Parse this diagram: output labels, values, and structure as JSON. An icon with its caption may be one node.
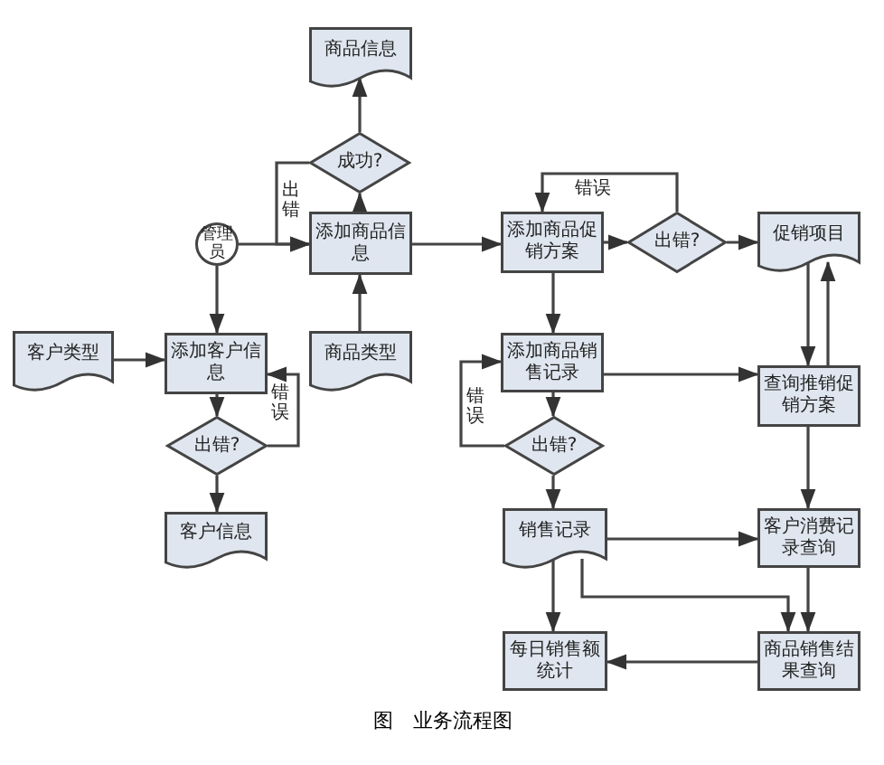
{
  "diagram": {
    "caption": "图　业务流程图",
    "nodes": [
      {
        "text": [
          "商品信息"
        ]
      },
      {
        "text": [
          "成功?"
        ]
      },
      {
        "text": [
          "管理员"
        ]
      },
      {
        "text": [
          "添加商品信息"
        ]
      },
      {
        "text": [
          "客户类型"
        ]
      },
      {
        "text": [
          "添加客户信息"
        ]
      },
      {
        "text": [
          "商品类型"
        ]
      },
      {
        "text": [
          "出错?"
        ]
      },
      {
        "text": [
          "客户信息"
        ]
      },
      {
        "text": [
          "添加商品促销方案"
        ]
      },
      {
        "text": [
          "出错?"
        ]
      },
      {
        "text": [
          "促销项目"
        ]
      },
      {
        "text": [
          "添加商品销售记录"
        ]
      },
      {
        "text": [
          "查询推销促销方案"
        ]
      },
      {
        "text": [
          "出错?"
        ]
      },
      {
        "text": [
          "销售记录"
        ]
      },
      {
        "text": [
          "客户消费记录查询"
        ]
      },
      {
        "text": [
          "每日销售额统计"
        ]
      },
      {
        "text": [
          "商品销售结果查询"
        ]
      }
    ],
    "edges": [
      {
        "from": 3,
        "to": 1,
        "arrow": "to"
      },
      {
        "from": 1,
        "to": 0,
        "arrow": "to"
      },
      {
        "from": 1,
        "to": 3,
        "arrow": "to",
        "label": "出错"
      },
      {
        "from": 2,
        "to": 3,
        "arrow": "to"
      },
      {
        "from": 2,
        "to": 5,
        "arrow": "to"
      },
      {
        "from": 6,
        "to": 3,
        "arrow": "to"
      },
      {
        "from": 4,
        "to": 5,
        "arrow": "to"
      },
      {
        "from": 5,
        "to": 7,
        "arrow": "to"
      },
      {
        "from": 7,
        "to": 5,
        "arrow": "to",
        "label": "错误"
      },
      {
        "from": 7,
        "to": 8,
        "arrow": "to"
      },
      {
        "from": 3,
        "to": 9,
        "arrow": "to"
      },
      {
        "from": 9,
        "to": 10,
        "arrow": "to"
      },
      {
        "from": 10,
        "to": 11,
        "arrow": "to"
      },
      {
        "from": 10,
        "to": 9,
        "arrow": "to",
        "label": "错误"
      },
      {
        "from": 9,
        "to": 12,
        "arrow": "to"
      },
      {
        "from": 12,
        "to": 14,
        "arrow": "to"
      },
      {
        "from": 14,
        "to": 12,
        "arrow": "to",
        "label": "错误"
      },
      {
        "from": 14,
        "to": 15,
        "arrow": "to"
      },
      {
        "from": 12,
        "to": 13,
        "arrow": "to"
      },
      {
        "from": 11,
        "to": 13,
        "arrow": "to"
      },
      {
        "from": 13,
        "to": 11,
        "arrow": "to"
      },
      {
        "from": 13,
        "to": 16,
        "arrow": "to"
      },
      {
        "from": 15,
        "to": 16,
        "arrow": "to"
      },
      {
        "from": 15,
        "to": 17,
        "arrow": "to"
      },
      {
        "from": 15,
        "to": 18,
        "arrow": "to"
      },
      {
        "from": 16,
        "to": 18,
        "arrow": "to"
      },
      {
        "from": 18,
        "to": 17,
        "arrow": "to"
      }
    ]
  }
}
